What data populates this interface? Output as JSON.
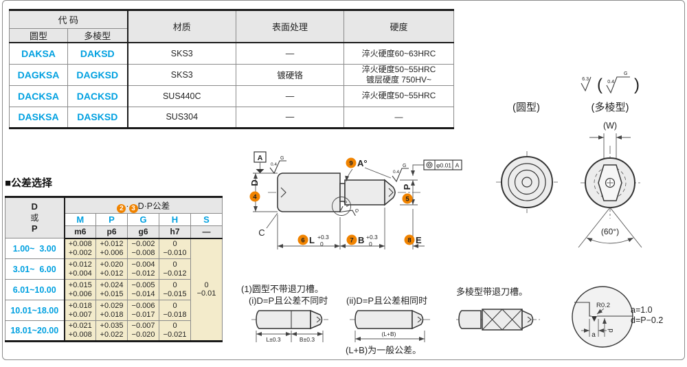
{
  "colors": {
    "blue": "#00a0e0",
    "orange": "#f08300",
    "header_bg": "#e7e7e7",
    "data_bg": "#f3ebcb"
  },
  "code_table": {
    "header_code": "代 码",
    "header_round": "圆型",
    "header_multi": "多棱型",
    "header_material": "材质",
    "header_surface": "表面处理",
    "header_hardness": "硬度",
    "rows": [
      {
        "round": "DAKSA",
        "multi": "DAKSD",
        "material": "SKS3",
        "surface": "—",
        "hardness1": "淬火硬度60~63HRC",
        "hardness2": ""
      },
      {
        "round": "DAGKSA",
        "multi": "DAGKSD",
        "material": "SKS3",
        "surface": "镀硬铬",
        "hardness1": "淬火硬度50~55HRC",
        "hardness2": "镀层硬度 750HV~"
      },
      {
        "round": "DACKSA",
        "multi": "DACKSD",
        "material": "SUS440C",
        "surface": "—",
        "hardness1": "淬火硬度50~55HRC",
        "hardness2": ""
      },
      {
        "round": "DASKSA",
        "multi": "DASKSD",
        "material": "SUS304",
        "surface": "—",
        "hardness1": "—",
        "hardness2": ""
      }
    ]
  },
  "tolerance": {
    "section_title": "■公差选择",
    "d_or_p": [
      "D",
      "或",
      "P"
    ],
    "group_badge_2": "2",
    "group_dot": "·",
    "group_badge_3": "3",
    "group_label": "D·P公差",
    "letters": [
      "M",
      "P",
      "G",
      "H",
      "S"
    ],
    "grades": [
      "m6",
      "p6",
      "g6",
      "h7",
      "—"
    ],
    "rows": [
      {
        "range": "1.00~  3.00",
        "m_u": "+0.008",
        "m_l": "+0.002",
        "p_u": "+0.012",
        "p_l": "+0.006",
        "g_u": "−0.002",
        "g_l": "−0.008",
        "h_u": "0",
        "h_l": "−0.010"
      },
      {
        "range": "3.01~  6.00",
        "m_u": "+0.012",
        "m_l": "+0.004",
        "p_u": "+0.020",
        "p_l": "+0.012",
        "g_u": "−0.004",
        "g_l": "−0.012",
        "h_u": "0",
        "h_l": "−0.012"
      },
      {
        "range": "6.01~10.00",
        "m_u": "+0.015",
        "m_l": "+0.006",
        "p_u": "+0.024",
        "p_l": "+0.015",
        "g_u": "−0.005",
        "g_l": "−0.014",
        "h_u": "0",
        "h_l": "−0.015"
      },
      {
        "range": "10.01~18.00",
        "m_u": "+0.018",
        "m_l": "+0.007",
        "p_u": "+0.029",
        "p_l": "+0.018",
        "g_u": "−0.006",
        "g_l": "−0.017",
        "h_u": "0",
        "h_l": "−0.018"
      },
      {
        "range": "18.01~20.00",
        "m_u": "+0.021",
        "m_l": "+0.008",
        "p_u": "+0.035",
        "p_l": "+0.022",
        "g_u": "−0.007",
        "g_l": "−0.020",
        "h_u": "0",
        "h_l": "−0.021"
      }
    ],
    "s_u": "0",
    "s_l": "−0.01"
  },
  "drawing": {
    "datum": "A",
    "rough_g": "G",
    "rough_v": "0.4",
    "fcf_tol": "φ0.01",
    "fcf_datum": "A",
    "badge_d": "4",
    "label_d": "D",
    "badge_p": "5",
    "label_p": "P",
    "badge_a": "9",
    "label_a": "A°",
    "badge_l": "6",
    "label_l": "L",
    "tol_u": "+0.3",
    "tol_l": "0",
    "badge_b": "7",
    "label_b": "B",
    "badge_e": "8",
    "label_e": "E",
    "chamfer": "C"
  },
  "views": {
    "round_title": "(圆型)",
    "multi_title": "(多棱型)",
    "w": "(W)",
    "angle": "(60°)",
    "spec_r1": "6.3",
    "spec_open": "(",
    "spec_r2": "0.4",
    "spec_g": "G",
    "spec_close": ")"
  },
  "notes": {
    "n1": "(1)圆型不带退刀槽。",
    "n1i": "(i)D=P且公差不同时",
    "dim_l": "L±0.3",
    "dim_b": "B±0.3",
    "n2": "(ii)D=P且公差相同时",
    "dim_lb": "(L+B)",
    "n2b": "(L+B)为一般公差。",
    "n3": "多棱型带退刀槽。",
    "r": "R0.2",
    "a": "a",
    "d": "d",
    "eq_a": "a=1.0",
    "eq_d": "d=P−0.2"
  }
}
